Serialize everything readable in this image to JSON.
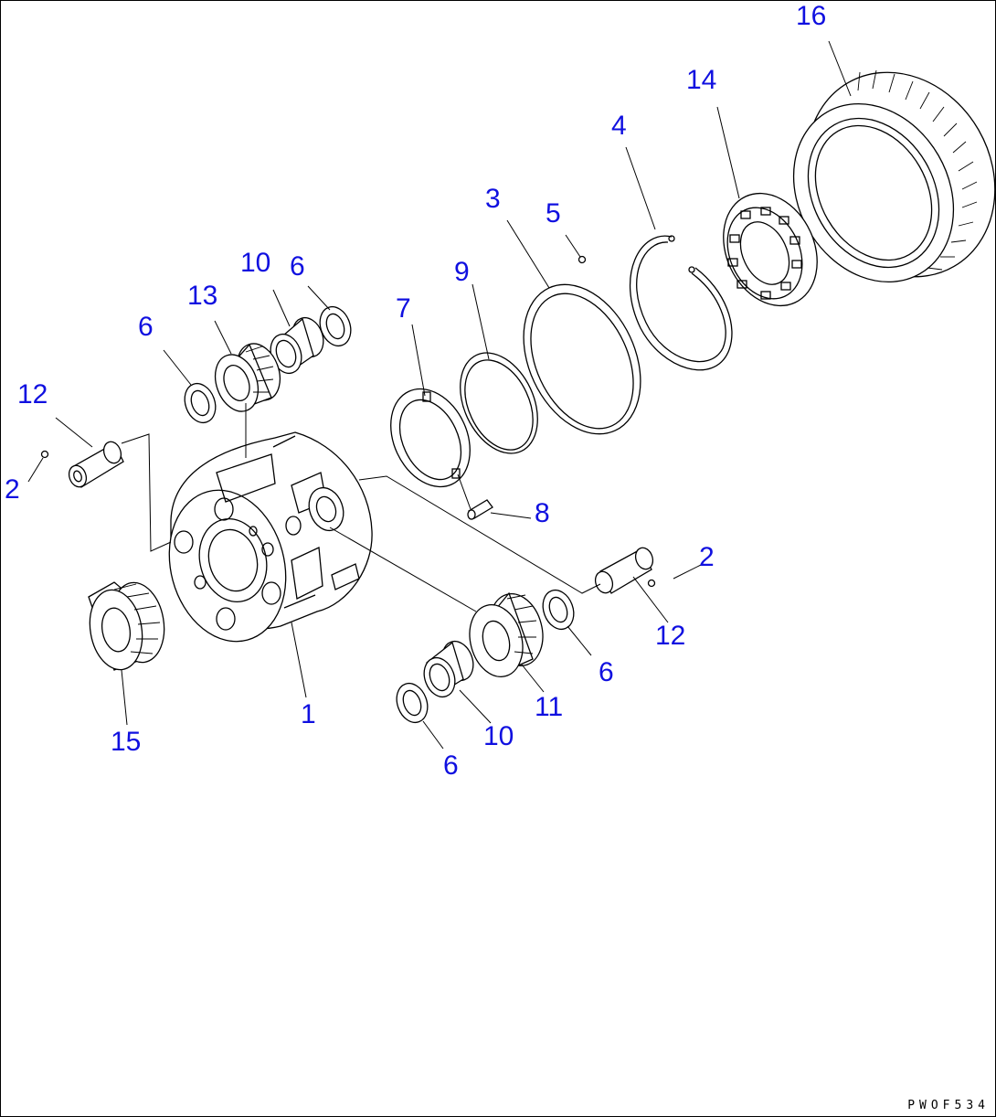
{
  "callouts": [
    {
      "id": "c16",
      "text": "16"
    },
    {
      "id": "c14",
      "text": "14"
    },
    {
      "id": "c4",
      "text": "4"
    },
    {
      "id": "c3",
      "text": "3"
    },
    {
      "id": "c5",
      "text": "5"
    },
    {
      "id": "c9",
      "text": "9"
    },
    {
      "id": "c7",
      "text": "7"
    },
    {
      "id": "c6a",
      "text": "6"
    },
    {
      "id": "c10a",
      "text": "10"
    },
    {
      "id": "c13",
      "text": "13"
    },
    {
      "id": "c6b",
      "text": "6"
    },
    {
      "id": "c12a",
      "text": "12"
    },
    {
      "id": "c2a",
      "text": "2"
    },
    {
      "id": "c8",
      "text": "8"
    },
    {
      "id": "c2b",
      "text": "2"
    },
    {
      "id": "c12b",
      "text": "12"
    },
    {
      "id": "c6c",
      "text": "6"
    },
    {
      "id": "c11",
      "text": "11"
    },
    {
      "id": "c1",
      "text": "1"
    },
    {
      "id": "c10b",
      "text": "10"
    },
    {
      "id": "c6d",
      "text": "6"
    },
    {
      "id": "c15",
      "text": "15"
    }
  ],
  "reference_code": "PWOF534",
  "colors": {
    "callout": "#1010e0",
    "line": "#000000",
    "background": "#ffffff"
  }
}
